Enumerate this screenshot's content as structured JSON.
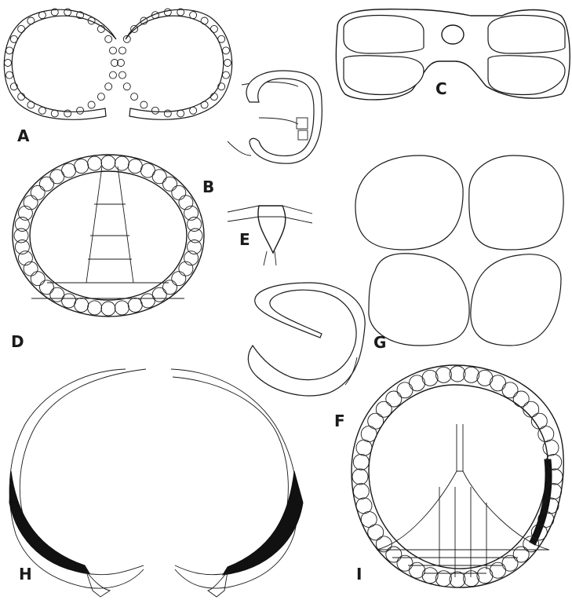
{
  "figure": {
    "panels": [
      {
        "id": "A",
        "label": "A"
      },
      {
        "id": "B",
        "label": "B"
      },
      {
        "id": "C",
        "label": "C"
      },
      {
        "id": "D",
        "label": "D"
      },
      {
        "id": "E",
        "label": "E"
      },
      {
        "id": "F",
        "label": "F"
      },
      {
        "id": "G",
        "label": "G"
      },
      {
        "id": "H",
        "label": "H"
      },
      {
        "id": "I",
        "label": "I"
      }
    ]
  }
}
